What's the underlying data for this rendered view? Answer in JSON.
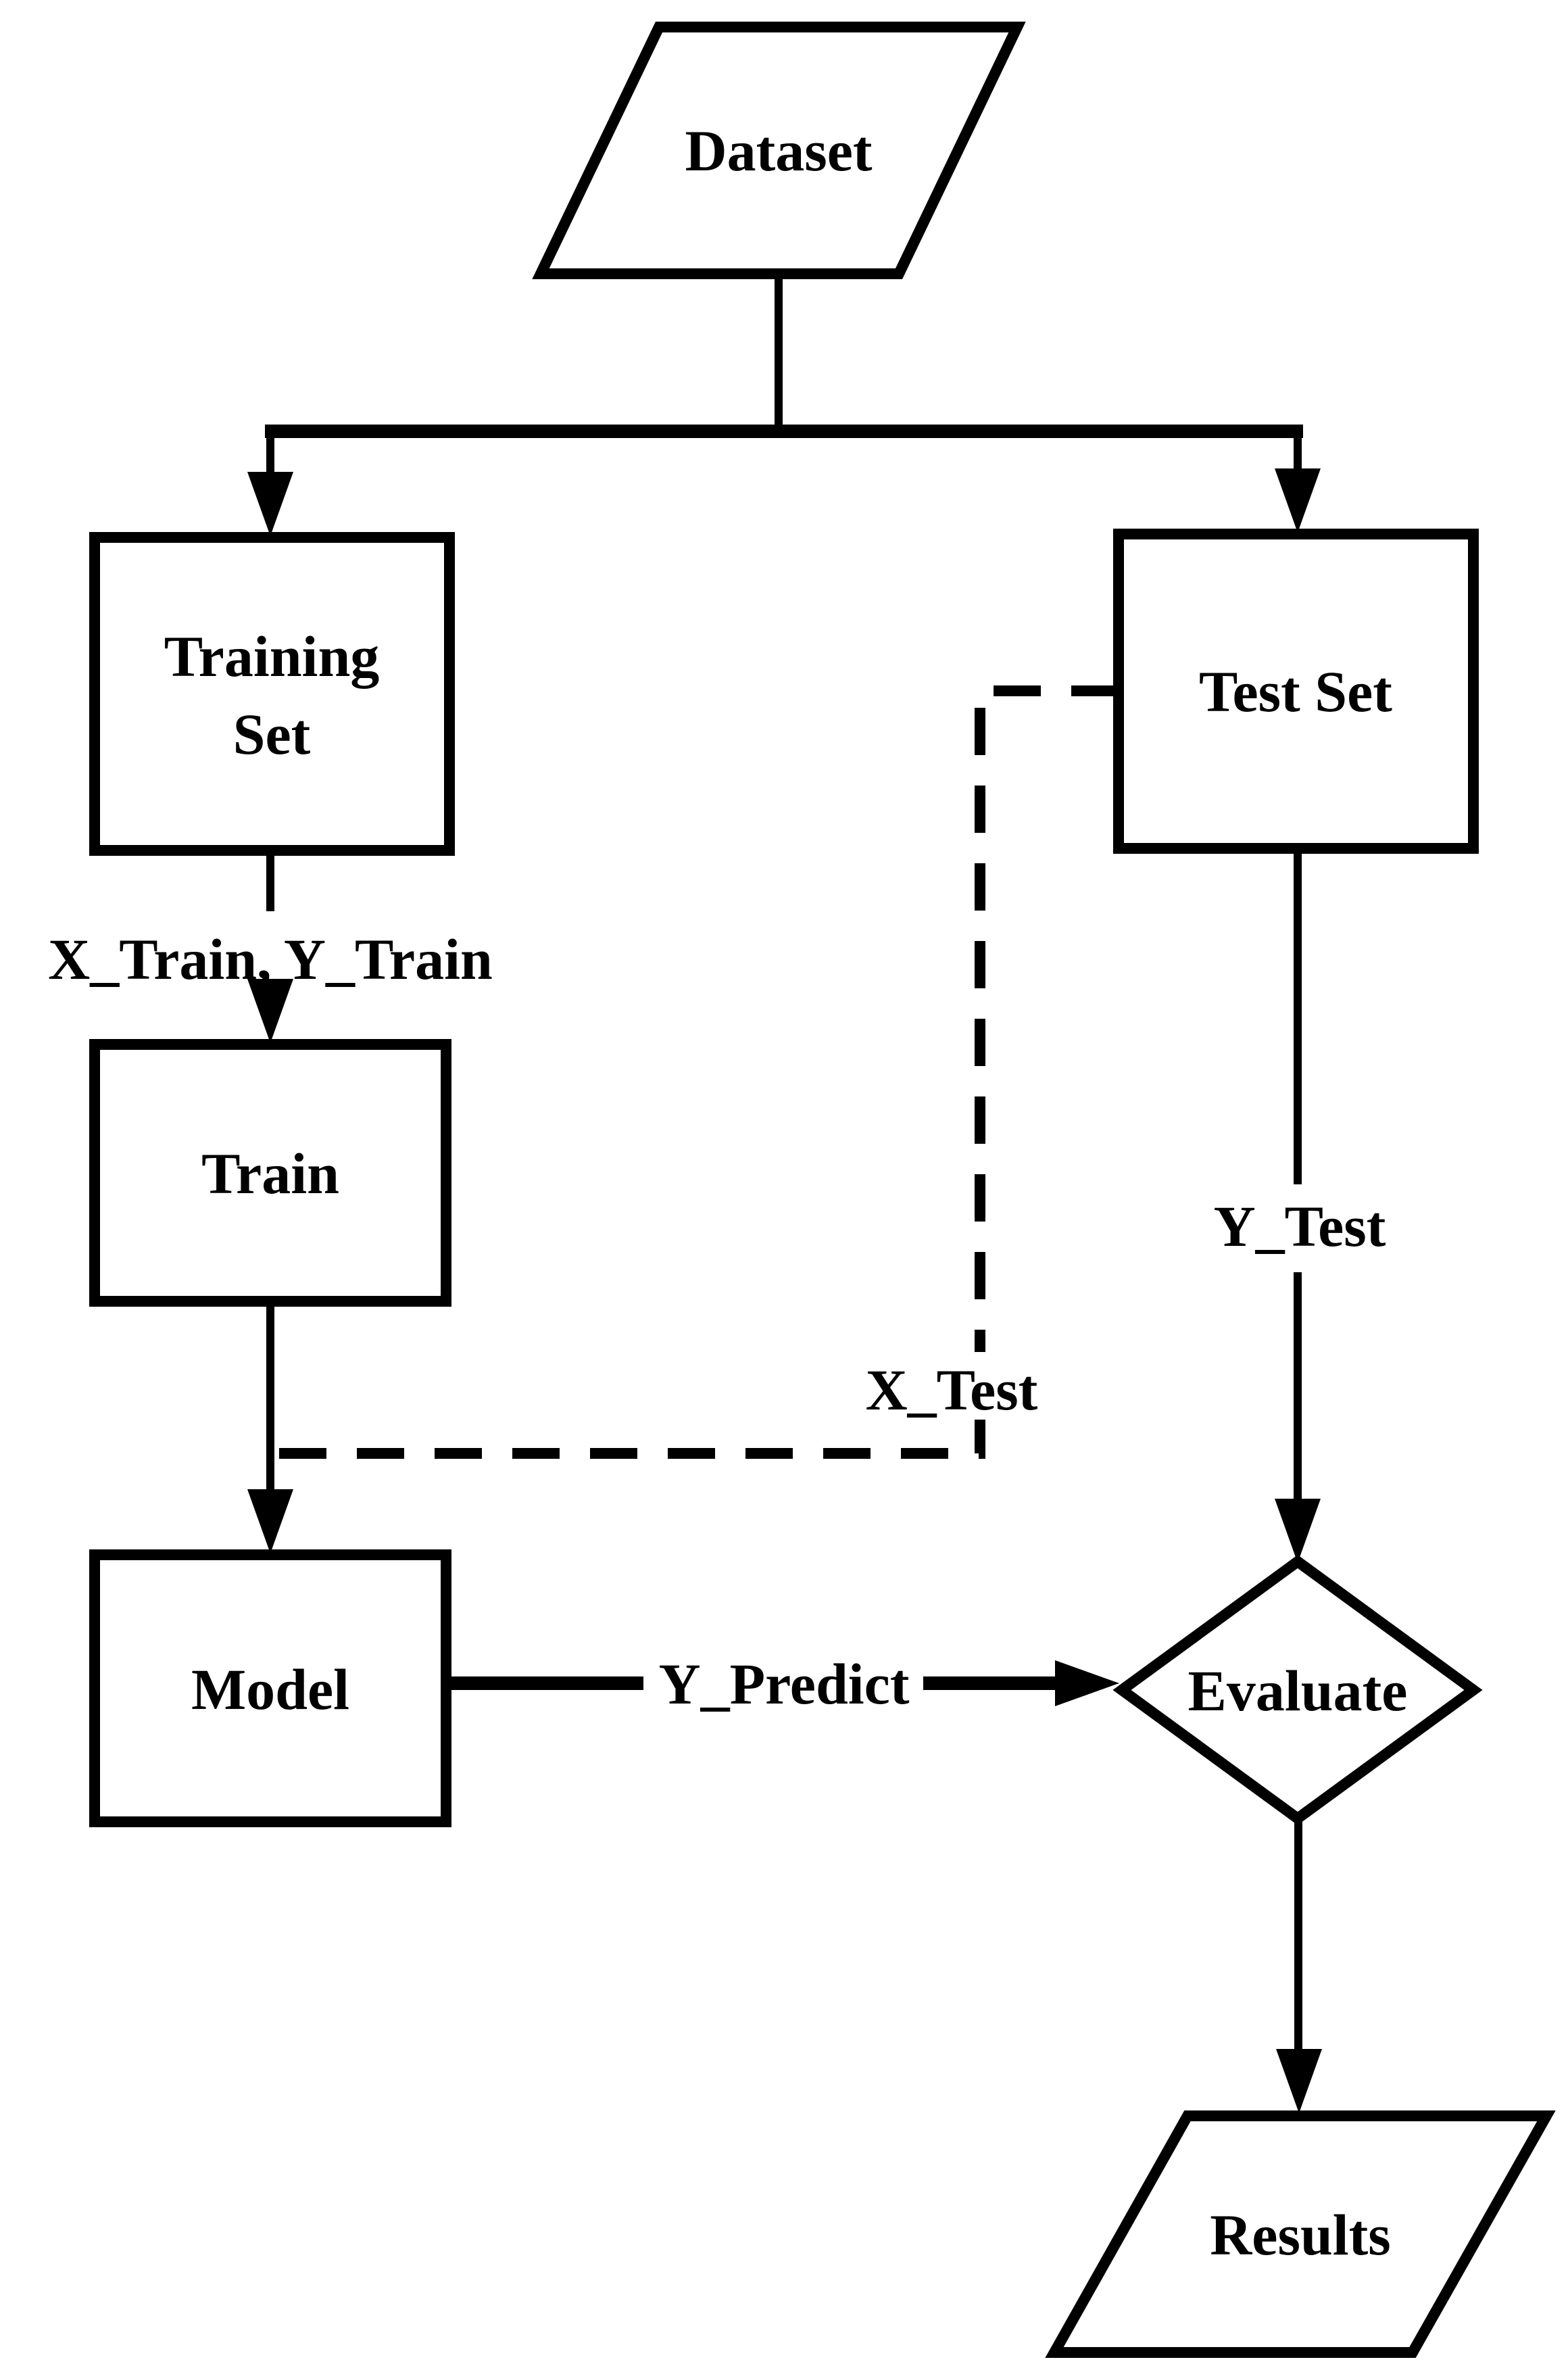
{
  "diagram": {
    "colors": {
      "ink": "#000000",
      "paper": "#ffffff"
    },
    "nodes": {
      "dataset": {
        "label": "Dataset",
        "shape": "parallelogram"
      },
      "training_set": {
        "label": "Training Set",
        "line1": "Training",
        "line2": "Set",
        "shape": "rectangle"
      },
      "test_set": {
        "label": "Test Set",
        "shape": "rectangle"
      },
      "train": {
        "label": "Train",
        "shape": "rectangle"
      },
      "model": {
        "label": "Model",
        "shape": "rectangle"
      },
      "evaluate": {
        "label": "Evaluate",
        "shape": "diamond"
      },
      "results": {
        "label": "Results",
        "shape": "parallelogram"
      }
    },
    "edges": {
      "x_train_y_train": {
        "label": "X_Train, Y_Train",
        "style": "solid"
      },
      "x_test": {
        "label": "X_Test",
        "style": "dashed"
      },
      "y_test": {
        "label": "Y_Test",
        "style": "solid"
      },
      "y_predict": {
        "label": "Y_Predict",
        "style": "solid"
      }
    }
  }
}
